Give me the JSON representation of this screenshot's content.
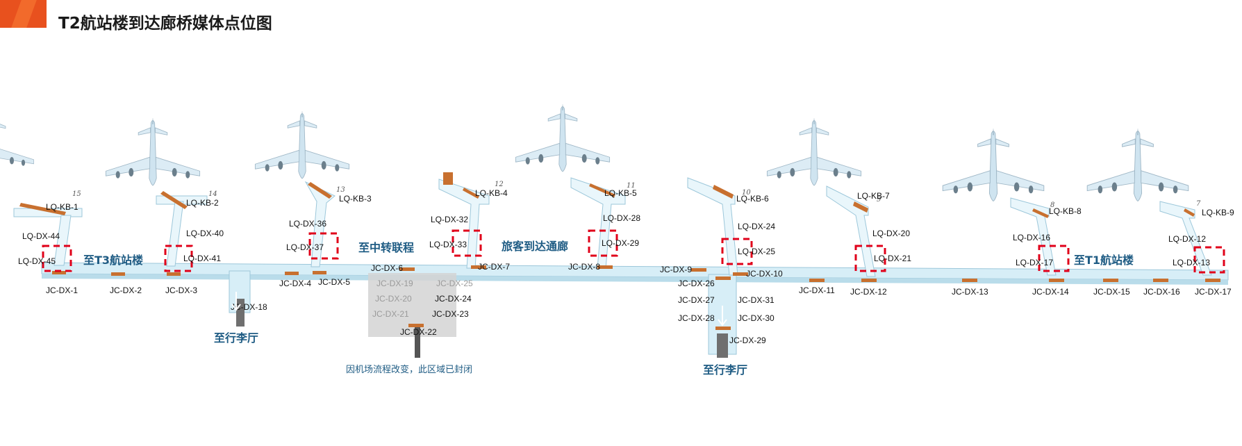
{
  "header": {
    "title": "T2航站楼到达廊桥媒体点位图",
    "accent_color": "#e8511e"
  },
  "colors": {
    "corridor": "#d7eef7",
    "bridge": "#e9f6fb",
    "media": "#c8702f",
    "marker": "#e0001a",
    "text_blue": "#1f5c84"
  },
  "area_labels": {
    "to_t3": "至T3航站楼",
    "to_transfer": "至中转联程",
    "arrival_corridor": "旅客到达通廊",
    "to_t1": "至T1航站楼",
    "baggage_left": "至行李厅",
    "baggage_right": "至行李厅",
    "closed_note": "因机场流程改变，此区域已封闭"
  },
  "gates": [
    "15",
    "14",
    "13",
    "12",
    "11",
    "10",
    "9",
    "8",
    "7"
  ],
  "media_labels": {
    "kb": [
      "LQ-KB-1",
      "LQ-KB-2",
      "LQ-KB-3",
      "LQ-KB-4",
      "LQ-KB-5",
      "LQ-KB-6",
      "LQ-KB-7",
      "LQ-KB-8",
      "LQ-KB-9"
    ],
    "lq_dx": [
      "LQ-DX-44",
      "LQ-DX-45",
      "LQ-DX-40",
      "LQ-DX-41",
      "LQ-DX-36",
      "LQ-DX-37",
      "LQ-DX-32",
      "LQ-DX-33",
      "LQ-DX-28",
      "LQ-DX-29",
      "LQ-DX-24",
      "LQ-DX-25",
      "LQ-DX-20",
      "LQ-DX-21",
      "LQ-DX-16",
      "LQ-DX-17",
      "LQ-DX-12",
      "LQ-DX-13"
    ],
    "jc_dx": [
      "JC-DX-1",
      "JC-DX-2",
      "JC-DX-3",
      "JC-DX-4",
      "JC-DX-5",
      "JC-DX-6",
      "JC-DX-7",
      "JC-DX-8",
      "JC-DX-9",
      "JC-DX-10",
      "JC-DX-11",
      "JC-DX-12",
      "JC-DX-13",
      "JC-DX-14",
      "JC-DX-15",
      "JC-DX-16",
      "JC-DX-17",
      "JC-DX-18",
      "JC-DX-26",
      "JC-DX-27",
      "JC-DX-28",
      "JC-DX-29",
      "JC-DX-30",
      "JC-DX-31"
    ],
    "closed": [
      "JC-DX-19",
      "JC-DX-20",
      "JC-DX-21",
      "JC-DX-22",
      "JC-DX-23",
      "JC-DX-24",
      "JC-DX-25"
    ]
  }
}
